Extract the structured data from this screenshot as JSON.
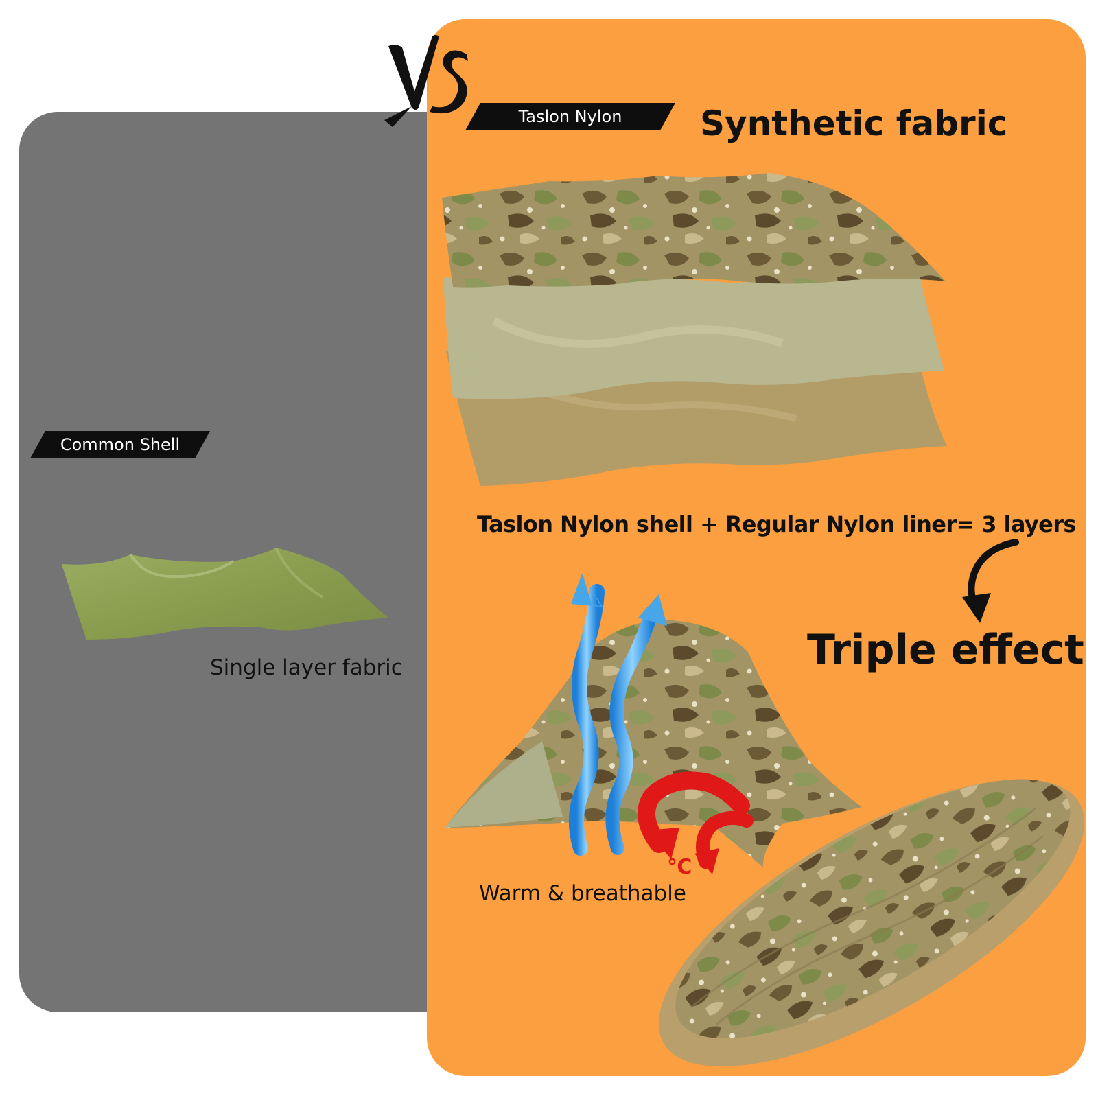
{
  "vs_label": "VS",
  "left": {
    "tag": "Common Shell",
    "caption": "Single layer fabric"
  },
  "right": {
    "tag": "Taslon Nylon",
    "heading": "Synthetic fabric",
    "layers_caption": "Taslon Nylon shell + Regular Nylon liner= 3 layers",
    "effect_heading": "Triple effect",
    "warm_caption": "Warm & breathable",
    "temp_symbol": "℃"
  },
  "colors": {
    "left_panel": "#747474",
    "right_panel": "#fb9f40",
    "tag_bg": "#0e0e0e",
    "single_fabric": "#8fa153",
    "camo_base": "#a39466",
    "mid_layer": "#b9b78f",
    "bottom_layer": "#b29c68",
    "air_flow": "#46a6e8",
    "heat_arrow": "#e11818"
  }
}
